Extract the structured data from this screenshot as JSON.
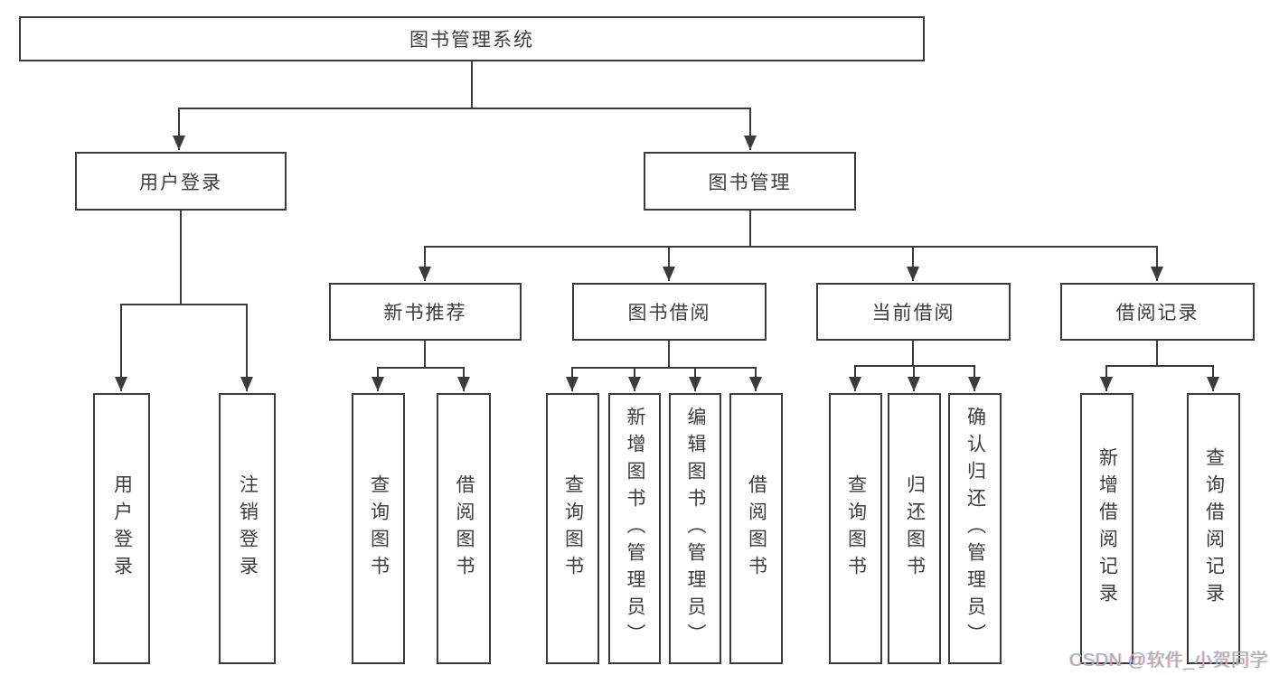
{
  "tree": {
    "root": {
      "label": "图书管理系统"
    },
    "branches": [
      {
        "label": "用户登录",
        "leaves": [
          {
            "label": "用户登录"
          },
          {
            "label": "注销登录"
          }
        ]
      },
      {
        "label": "图书管理",
        "groups": [
          {
            "label": "新书推荐",
            "leaves": [
              {
                "label": "查询图书"
              },
              {
                "label": "借阅图书"
              }
            ]
          },
          {
            "label": "图书借阅",
            "leaves": [
              {
                "label": "查询图书"
              },
              {
                "label": "新增图书（管理员）"
              },
              {
                "label": "编辑图书（管理员）"
              },
              {
                "label": "借阅图书"
              }
            ]
          },
          {
            "label": "当前借阅",
            "leaves": [
              {
                "label": "查询图书"
              },
              {
                "label": "归还图书"
              },
              {
                "label": "确认归还（管理员）"
              }
            ]
          },
          {
            "label": "借阅记录",
            "leaves": [
              {
                "label": "新增借阅记录"
              },
              {
                "label": "查询借阅记录"
              }
            ]
          }
        ]
      }
    ]
  },
  "watermark": {
    "text": "CSDN @软件_小贺同学"
  },
  "colors": {
    "line": "#3b3b3b",
    "text": "#3d3d3d",
    "box_background": "#ffffff",
    "page_background": "#ffffff",
    "watermark": "#b0b0b0"
  }
}
